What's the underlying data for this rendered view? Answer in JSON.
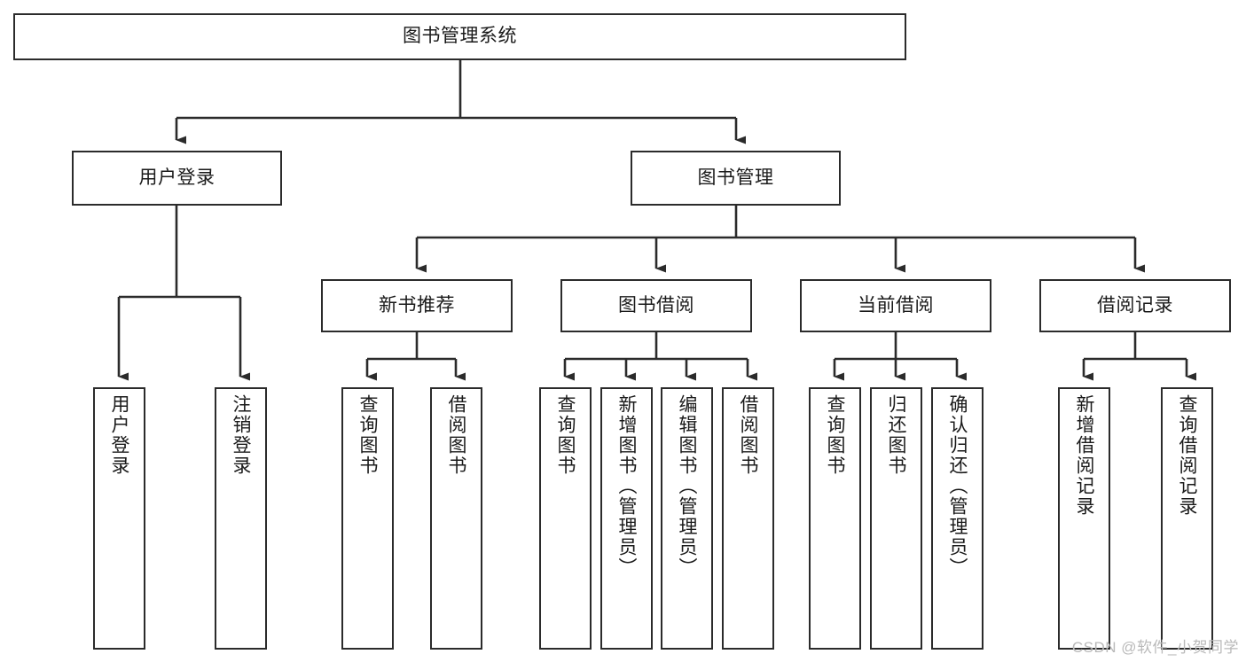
{
  "diagram": {
    "title": "图书管理系统",
    "type": "tree-hierarchy",
    "watermark": "CSDN @软件_小贺同学",
    "colors": {
      "stroke": "#2b2b2b",
      "fill": "#ffffff",
      "text": "#1a1a1a",
      "watermark": "#b9b9b9"
    },
    "levels": {
      "root": {
        "label": "图书管理系统"
      },
      "level2": [
        {
          "id": "user-login",
          "label": "用户登录"
        },
        {
          "id": "book-management",
          "label": "图书管理"
        }
      ],
      "level3": [
        {
          "id": "new-book-recommend",
          "label": "新书推荐"
        },
        {
          "id": "book-borrow",
          "label": "图书借阅"
        },
        {
          "id": "current-borrow",
          "label": "当前借阅"
        },
        {
          "id": "borrow-record",
          "label": "借阅记录"
        }
      ],
      "leaves": {
        "user-login": [
          {
            "id": "leaf-user-login",
            "label": "用户登录"
          },
          {
            "id": "leaf-logout-login",
            "label": "注销登录"
          }
        ],
        "new-book-recommend": [
          {
            "id": "leaf-query-book-1",
            "label": "查询图书"
          },
          {
            "id": "leaf-borrow-book-1",
            "label": "借阅图书"
          }
        ],
        "book-borrow": [
          {
            "id": "leaf-query-book-2",
            "label": "查询图书"
          },
          {
            "id": "leaf-add-book",
            "label": "新增图书（管理员）"
          },
          {
            "id": "leaf-edit-book",
            "label": "编辑图书（管理员）"
          },
          {
            "id": "leaf-borrow-book-2",
            "label": "借阅图书"
          }
        ],
        "current-borrow": [
          {
            "id": "leaf-query-book-3",
            "label": "查询图书"
          },
          {
            "id": "leaf-return-book",
            "label": "归还图书"
          },
          {
            "id": "leaf-confirm-return",
            "label": "确认归还（管理员）"
          }
        ],
        "borrow-record": [
          {
            "id": "leaf-add-record",
            "label": "新增借阅记录"
          },
          {
            "id": "leaf-query-record",
            "label": "查询借阅记录"
          }
        ]
      }
    }
  }
}
